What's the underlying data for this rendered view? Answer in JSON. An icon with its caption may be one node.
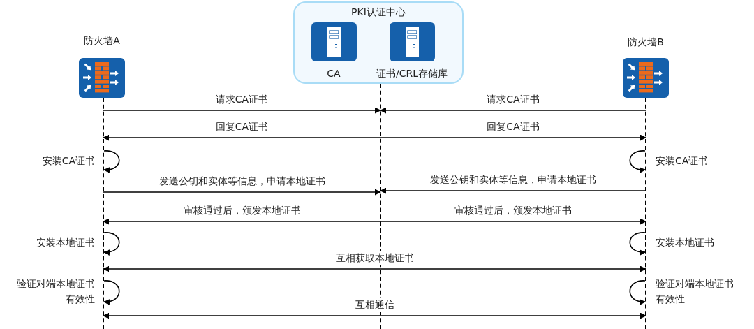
{
  "diagram": {
    "nodes": [
      {
        "text": [
          "PKI认证中心"
        ]
      },
      {
        "text": [
          "CA"
        ],
        "in": 0
      },
      {
        "text": [
          "证书/CRL存储库"
        ],
        "in": 0
      },
      {
        "text": [
          "防火墙A"
        ]
      },
      {
        "text": [
          "防火墙B"
        ]
      },
      {
        "text": [],
        "shape": "line"
      },
      {
        "text": [],
        "shape": "line"
      },
      {
        "text": [],
        "shape": "line"
      }
    ],
    "edges": [
      {
        "from": 5,
        "to": 6,
        "arrow": "to",
        "label": "请求CA证书"
      },
      {
        "from": 7,
        "to": 6,
        "arrow": "to",
        "label": "请求CA证书"
      },
      {
        "from": 6,
        "to": 5,
        "arrow": "to",
        "label": "回复CA证书"
      },
      {
        "from": 6,
        "to": 7,
        "arrow": "to",
        "label": "回复CA证书"
      },
      {
        "from": 5,
        "to": 5,
        "arrow": "to",
        "label": "安装CA证书"
      },
      {
        "from": 7,
        "to": 7,
        "arrow": "to",
        "label": "安装CA证书"
      },
      {
        "from": 5,
        "to": 6,
        "arrow": "to",
        "label": "发送公钥和实体等信息，申请本地证书"
      },
      {
        "from": 7,
        "to": 6,
        "arrow": "to",
        "label": "发送公钥和实体等信息，申请本地证书"
      },
      {
        "from": 6,
        "to": 5,
        "arrow": "to",
        "label": "审核通过后，颁发本地证书"
      },
      {
        "from": 6,
        "to": 7,
        "arrow": "to",
        "label": "审核通过后，颁发本地证书"
      },
      {
        "from": 5,
        "to": 5,
        "arrow": "to",
        "label": "安装本地证书"
      },
      {
        "from": 7,
        "to": 7,
        "arrow": "to",
        "label": "安装本地证书"
      },
      {
        "from": 5,
        "to": 7,
        "arrow": "both",
        "label": "互相获取本地证书"
      },
      {
        "from": 5,
        "to": 5,
        "arrow": "to",
        "label": "验证对端本地证书有效性"
      },
      {
        "from": 7,
        "to": 7,
        "arrow": "to",
        "label": "验证对端本地证书有效性"
      },
      {
        "from": 5,
        "to": 7,
        "arrow": "both",
        "label": "互相通信"
      }
    ]
  }
}
